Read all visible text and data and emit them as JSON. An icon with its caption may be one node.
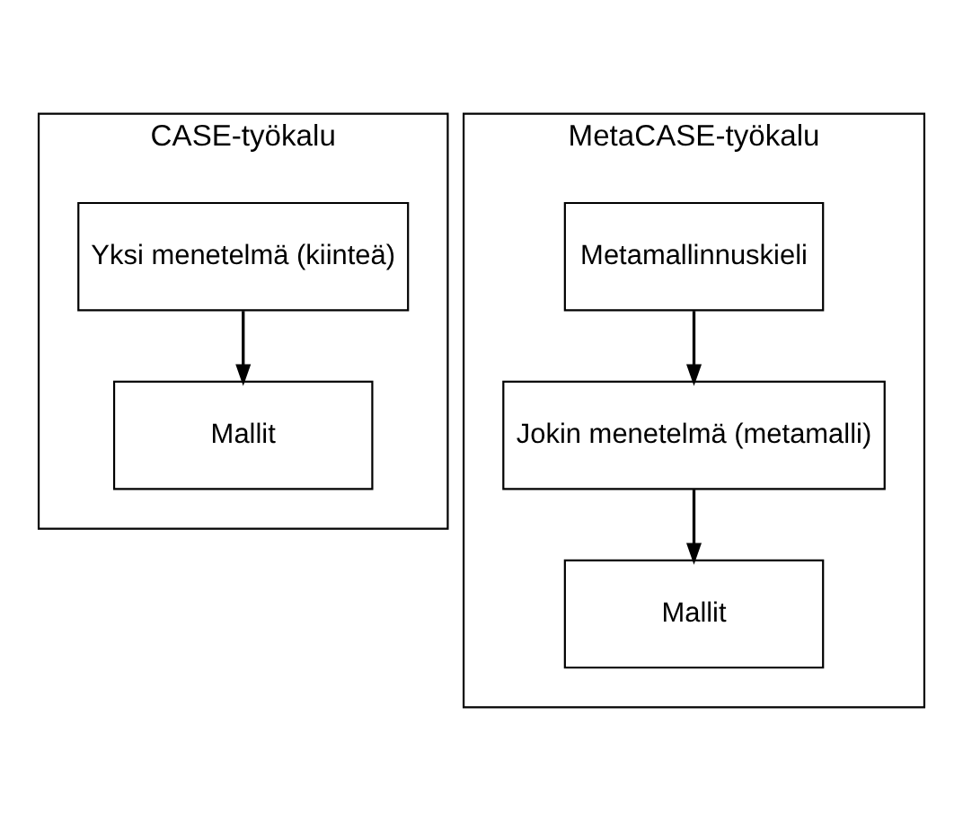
{
  "diagram": {
    "nodes": [
      {
        "text": [
          "CASE-työkalu"
        ]
      },
      {
        "text": [
          "Yksi menetelmä (kiinteä)"
        ],
        "in": 0
      },
      {
        "text": [
          "Mallit"
        ],
        "in": 0
      },
      {
        "text": [
          "MetaCASE-työkalu"
        ]
      },
      {
        "text": [
          "Metamallinnuskieli"
        ],
        "in": 3
      },
      {
        "text": [
          "Jokin menetelmä (metamalli)"
        ],
        "in": 3
      },
      {
        "text": [
          "Mallit"
        ],
        "in": 3
      }
    ],
    "edges": [
      {
        "from": 1,
        "to": 2,
        "arrow": "to"
      },
      {
        "from": 4,
        "to": 5,
        "arrow": "to"
      },
      {
        "from": 5,
        "to": 6,
        "arrow": "to"
      }
    ]
  }
}
